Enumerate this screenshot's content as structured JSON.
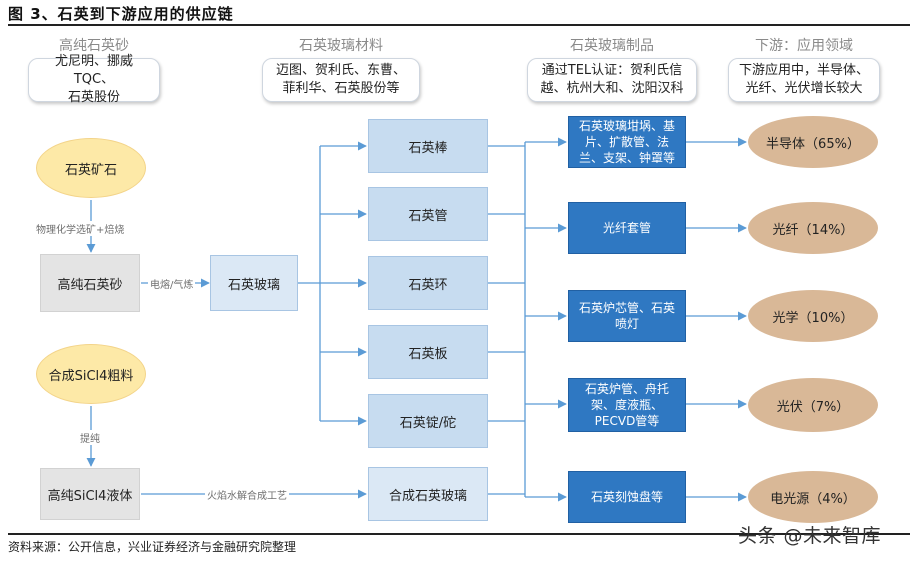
{
  "figure_title": "图 3、石英到下游应用的供应链",
  "source_note": "资料来源：公开信息，兴业证券经济与金融研究院整理",
  "watermark": "头条 @未来智库",
  "headers": {
    "col1": "高纯石英砂",
    "col2": "石英玻璃材料",
    "col3": "石英玻璃制品",
    "col4": "下游：应用领域"
  },
  "header_boxes": {
    "col1": [
      "尤尼明、挪威TQC、",
      "石英股份"
    ],
    "col2": [
      "迈图、贺利氏、东曹、",
      "菲利华、石英股份等"
    ],
    "col3": [
      "通过TEL认证：贺利氏信",
      "越、杭州大和、沈阳汉科"
    ],
    "col4": [
      "下游应用中，半导体、",
      "光纤、光伏增长较大"
    ]
  },
  "raw": {
    "ore": "石英矿石",
    "sicl4": "合成SiCl4粗料"
  },
  "process": {
    "beneficiation": "物理化学选矿+焙烧",
    "purification": "提纯",
    "melting": "电熔/气炼",
    "flame_hydrolysis": "火焰水解合成工艺"
  },
  "intermediates": {
    "sand": "高纯石英砂",
    "sicl4_liquid": "高纯SiCl4液体",
    "quartz_glass": "石英玻璃",
    "synthetic_glass": "合成石英玻璃"
  },
  "materials": [
    "石英棒",
    "石英管",
    "石英环",
    "石英板",
    "石英锭/砣"
  ],
  "products": [
    [
      "石英玻璃坩埚、基",
      "片、扩散管、法",
      "兰、支架、钟罩等"
    ],
    [
      "光纤套管"
    ],
    [
      "石英炉芯管、石英",
      "喷灯"
    ],
    [
      "石英炉管、舟托",
      "架、度液瓶、",
      "PECVD管等"
    ],
    [
      "石英刻蚀盘等"
    ]
  ],
  "applications": [
    "半导体（65%）",
    "光纤（14%）",
    "光学（10%）",
    "光伏（7%）",
    "电光源（4%）"
  ],
  "colors": {
    "raw_fill": "#fde9a7",
    "material_fill": "#c7dcf0",
    "product_fill": "#2f78c2",
    "application_fill": "#d9b897",
    "arrow": "#5b9bd5"
  }
}
